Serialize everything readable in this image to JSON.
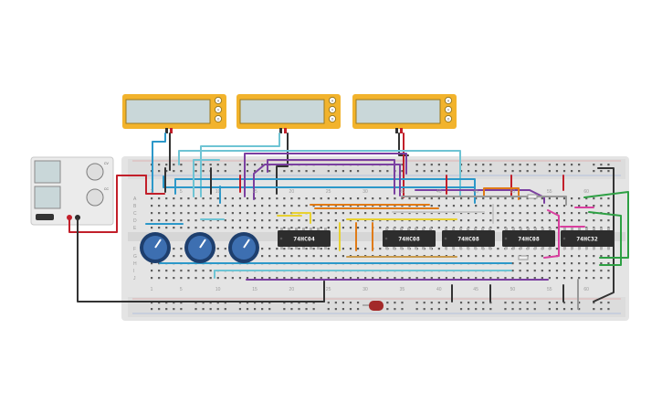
{
  "chips": [
    {
      "label": "74HC04"
    },
    {
      "label": "74HC08"
    },
    {
      "label": "74HC08"
    },
    {
      "label": "74HC08"
    },
    {
      "label": "74HC32"
    }
  ],
  "breadboard": {
    "column_numbers": [
      "1",
      "5",
      "10",
      "15",
      "20",
      "25",
      "30",
      "35",
      "40",
      "45",
      "50",
      "55",
      "60"
    ],
    "row_letters_top": [
      "A",
      "B",
      "C",
      "D",
      "E"
    ],
    "row_letters_bottom": [
      "F",
      "G",
      "H",
      "I",
      "J"
    ]
  },
  "power_supply": {
    "knob_labels": [
      "CV",
      "CC"
    ]
  },
  "multimeters": [
    {
      "buttons": [
        "A",
        "V",
        "Ω"
      ]
    },
    {
      "buttons": [
        "A",
        "V",
        "Ω"
      ]
    },
    {
      "buttons": [
        "A",
        "V",
        "Ω"
      ]
    }
  ],
  "colors": {
    "breadboard": "#e4e4e4",
    "multimeter_body": "#f2b32c",
    "screen": "#c9d7d9",
    "chip": "#2d2d2d",
    "pot_knob": "#3d6fb1"
  }
}
